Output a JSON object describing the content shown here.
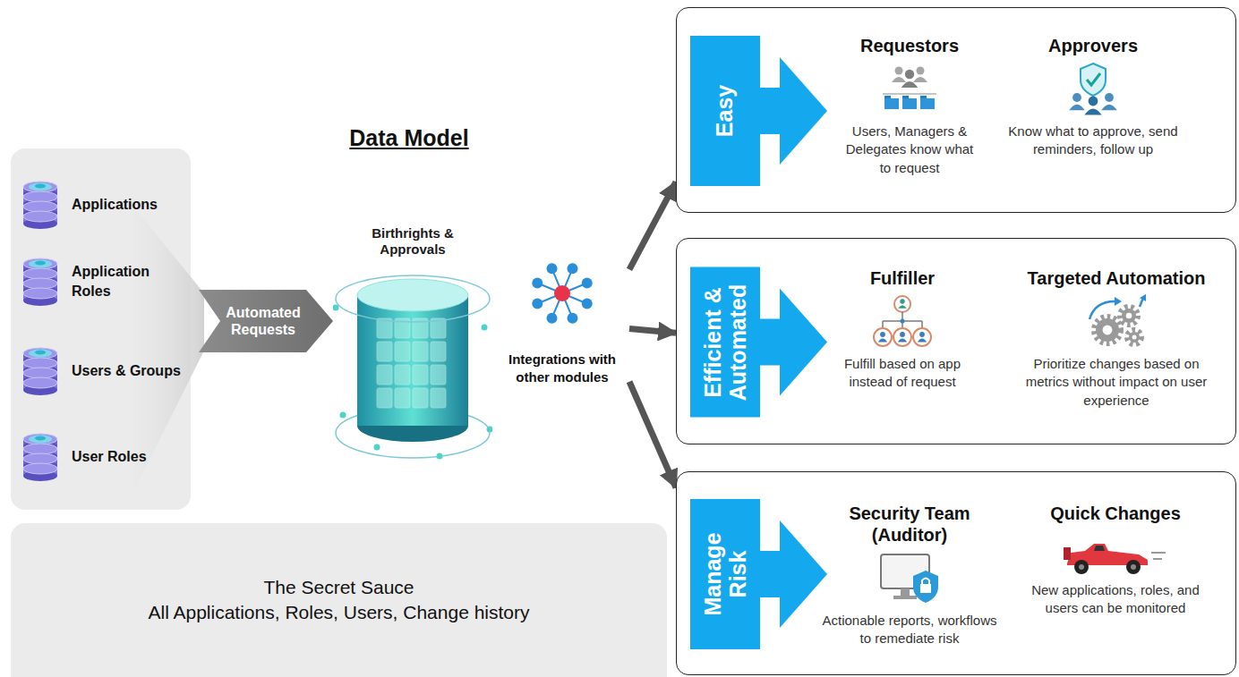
{
  "diagram": {
    "title": "Data Model",
    "nodes": [
      {
        "text": [
          "Applications"
        ]
      },
      {
        "text": [
          "Application Roles"
        ]
      },
      {
        "text": [
          "Users & Groups"
        ]
      },
      {
        "text": [
          "User Roles"
        ]
      },
      {
        "text": [
          "Automated Requests"
        ]
      },
      {
        "text": [
          "Birthrights & Approvals"
        ]
      },
      {
        "text": [
          "Integrations with other modules"
        ]
      },
      {
        "text": [
          "Easy"
        ]
      },
      {
        "text": [
          "Requestors",
          "Users, Managers & Delegates know what to request"
        ],
        "in": 7
      },
      {
        "text": [
          "Approvers",
          "Know what to approve, send reminders, follow up"
        ],
        "in": 7
      },
      {
        "text": [
          "Efficient & Automated"
        ]
      },
      {
        "text": [
          "Fulfiller",
          "Fulfill based on app instead of request"
        ],
        "in": 10
      },
      {
        "text": [
          "Targeted Automation",
          "Prioritize changes based on metrics without impact on user experience"
        ],
        "in": 10
      },
      {
        "text": [
          "Manage Risk"
        ]
      },
      {
        "text": [
          "Security Team (Auditor)",
          "Actionable reports, workflows to remediate risk"
        ],
        "in": 13
      },
      {
        "text": [
          "Quick Changes",
          "New applications, roles, and users can be monitored"
        ],
        "in": 13
      },
      {
        "text": [
          "The Secret Sauce",
          "All Applications, Roles, Users, Change history"
        ]
      }
    ],
    "edges": [
      {
        "from": 6,
        "to": 7,
        "arrow": "to"
      },
      {
        "from": 6,
        "to": 10,
        "arrow": "to"
      },
      {
        "from": 6,
        "to": 13,
        "arrow": "to"
      }
    ]
  }
}
